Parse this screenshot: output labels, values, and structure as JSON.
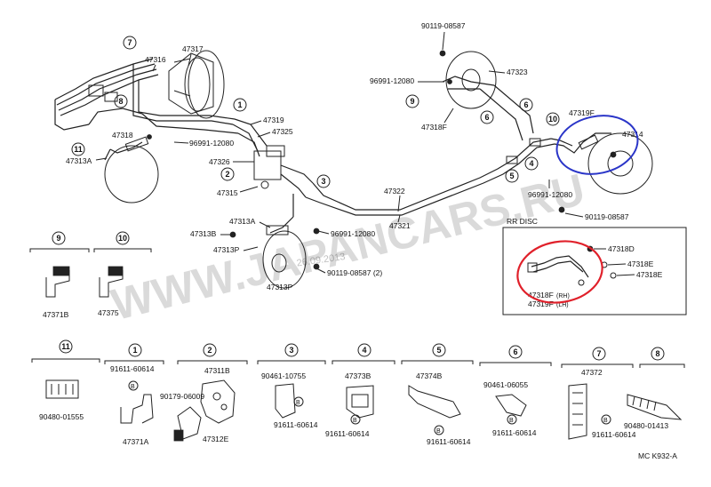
{
  "watermark": "WWW.JAPANCARS.RU",
  "stamp": "26.09.2013",
  "figure_code": "MC K932-A",
  "rr_disc_label": "RR DISC",
  "circle_numbers": [
    "1",
    "2",
    "3",
    "4",
    "5",
    "6",
    "7",
    "8",
    "9",
    "10",
    "11"
  ],
  "main_labels": {
    "p90119_08587_top": "90119-08587",
    "p96991_12080_top": "96991-12080",
    "p47323": "47323",
    "p47318F": "47318F",
    "p47319F": "47319F",
    "p47314": "47314",
    "p96991_12080_right": "96991-12080",
    "p90119_08587_right": "90119-08587",
    "p47317": "47317",
    "p47316": "47316",
    "p47319": "47319",
    "p47325": "47325",
    "p47318": "47318",
    "p96991_12080_mid": "96991-12080",
    "p47313A_left": "47313A",
    "p47326": "47326",
    "p47315": "47315",
    "p47322": "47322",
    "p47321": "47321",
    "p47313A": "47313A",
    "p47313B": "47313B",
    "p47313P_a": "47313P",
    "p96991_12080_low": "96991-12080",
    "p47313P_b": "47313P",
    "p90119_08587_2": "90119-08587 (2)"
  },
  "rr_labels": {
    "p47318D": "47318D",
    "p47318E_a": "47318E",
    "p47318E_b": "47318E",
    "p47318F_rh": "47318F",
    "rh": "(RH)",
    "p47319F_lh": "47319F",
    "lh": "(LH)"
  },
  "detail_labels": {
    "p47371B": "47371B",
    "p47375": "47375",
    "p90480_01555": "90480-01555",
    "p91611_60614_1": "91611-60614",
    "p47371A": "47371A",
    "p47311B": "47311B",
    "p90179_06009": "90179-06009",
    "p47312E": "47312E",
    "p90461_10755": "90461-10755",
    "p91611_60614_3": "91611-60614",
    "p47373B": "47373B",
    "p91611_60614_4": "91611-60614",
    "p47374B": "47374B",
    "p91611_60614_5": "91611-60614",
    "p90461_06055": "90461-06055",
    "p91611_60614_6": "91611-60614",
    "p47372": "47372",
    "p91611_60614_7": "91611-60614",
    "p90480_01413": "90480-01413",
    "b_mark": "B"
  },
  "highlight_colors": {
    "blue": "#2a35c8",
    "red": "#e0202a"
  }
}
